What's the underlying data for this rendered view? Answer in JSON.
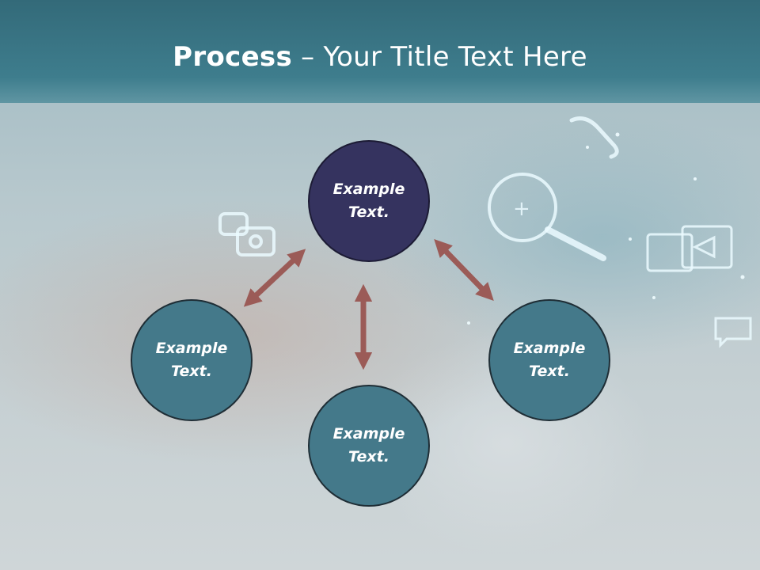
{
  "slide": {
    "title_bold": "Process",
    "title_rest": " – Your Title Text Here"
  },
  "nodes": {
    "top": "Example Text.",
    "left": "Example Text.",
    "right": "Example Text.",
    "bottom": "Example Text."
  },
  "colors": {
    "header": "#3e7d8d",
    "node_primary": "#35335f",
    "node_secondary": "#44798a",
    "arrow": "#9b5b57"
  },
  "icons": [
    "phone-icon",
    "magnifier-icon",
    "media-window-icon",
    "chat-bubble-icon",
    "camera-icon"
  ]
}
